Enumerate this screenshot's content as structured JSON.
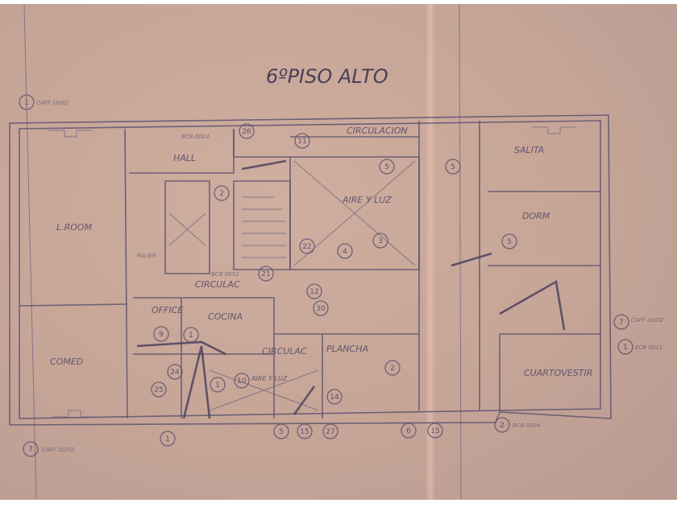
{
  "title": "6ºPISO ALTO",
  "rooms": {
    "living_room": "L.ROOM",
    "hall": "HALL",
    "circulacion_top": "CIRCULACION",
    "aire_y_luz_1": "AIRE Y LUZ",
    "salita": "SALITA",
    "dorm": "DORM",
    "comed": "COMED",
    "office": "OFFICE",
    "cocina": "COCINA",
    "circulac_1": "CIRCULAC",
    "circulac_2": "CIRCULAC",
    "plancha": "PLANCHA",
    "cuarto_vestir": "CUARTOVESTIR",
    "aire_y_luz_2": "AIRE Y LUZ",
    "palier": "PALIER"
  },
  "notes": {
    "caff_top": "CAFF 10/02",
    "caff_bottom": "CAFF 10/02",
    "caff_right": "CAFF 10/02",
    "ecb_right": "ECB 0011",
    "hall_code": "BCB 0004",
    "circ_code": "BCB 0052",
    "bottom_code": "BCB 0004"
  },
  "markers": [
    "1",
    "7",
    "26",
    "11",
    "2",
    "21",
    "12",
    "30",
    "9",
    "1",
    "24",
    "25",
    "1",
    "10",
    "1",
    "5",
    "15",
    "27",
    "6",
    "15",
    "2",
    "14",
    "2",
    "5",
    "5",
    "5",
    "3",
    "4",
    "22",
    "7",
    "1"
  ]
}
